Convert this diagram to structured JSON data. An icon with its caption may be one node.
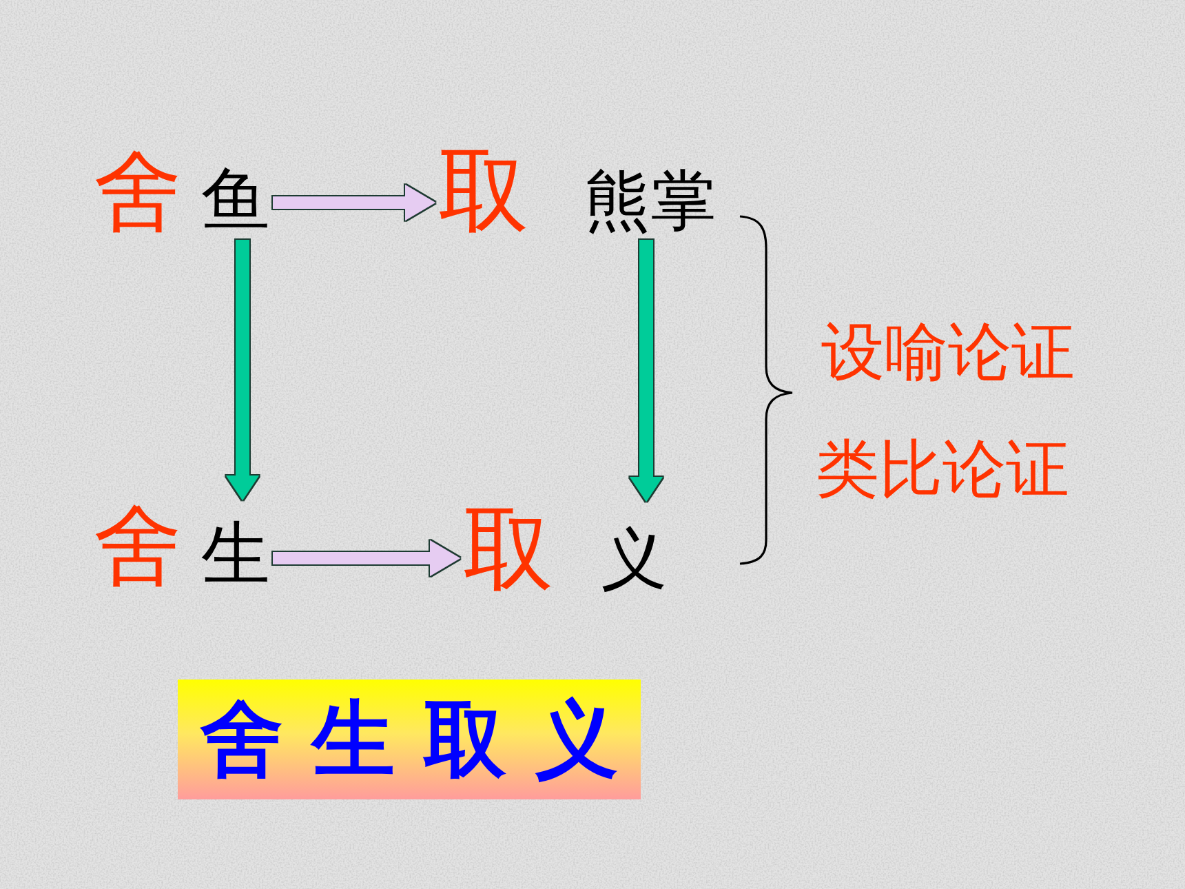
{
  "diagram": {
    "nodes": [
      {
        "text": [
          "舍",
          "鱼"
        ]
      },
      {
        "text": [
          "取",
          "熊掌"
        ]
      },
      {
        "text": [
          "舍",
          "生"
        ]
      },
      {
        "text": [
          "取",
          "义"
        ]
      },
      {
        "text": [
          "舍 生 取 义"
        ]
      }
    ],
    "edges": [
      {
        "from": 0,
        "to": 1,
        "arrow": "to",
        "color": "#e6ccf2"
      },
      {
        "from": 0,
        "to": 2,
        "arrow": "to",
        "color": "#00cc99"
      },
      {
        "from": 1,
        "to": 3,
        "arrow": "to",
        "color": "#00cc99"
      },
      {
        "from": 2,
        "to": 3,
        "arrow": "to",
        "color": "#e6ccf2"
      }
    ],
    "labels": [
      "设喻论证",
      "类比论证"
    ]
  }
}
